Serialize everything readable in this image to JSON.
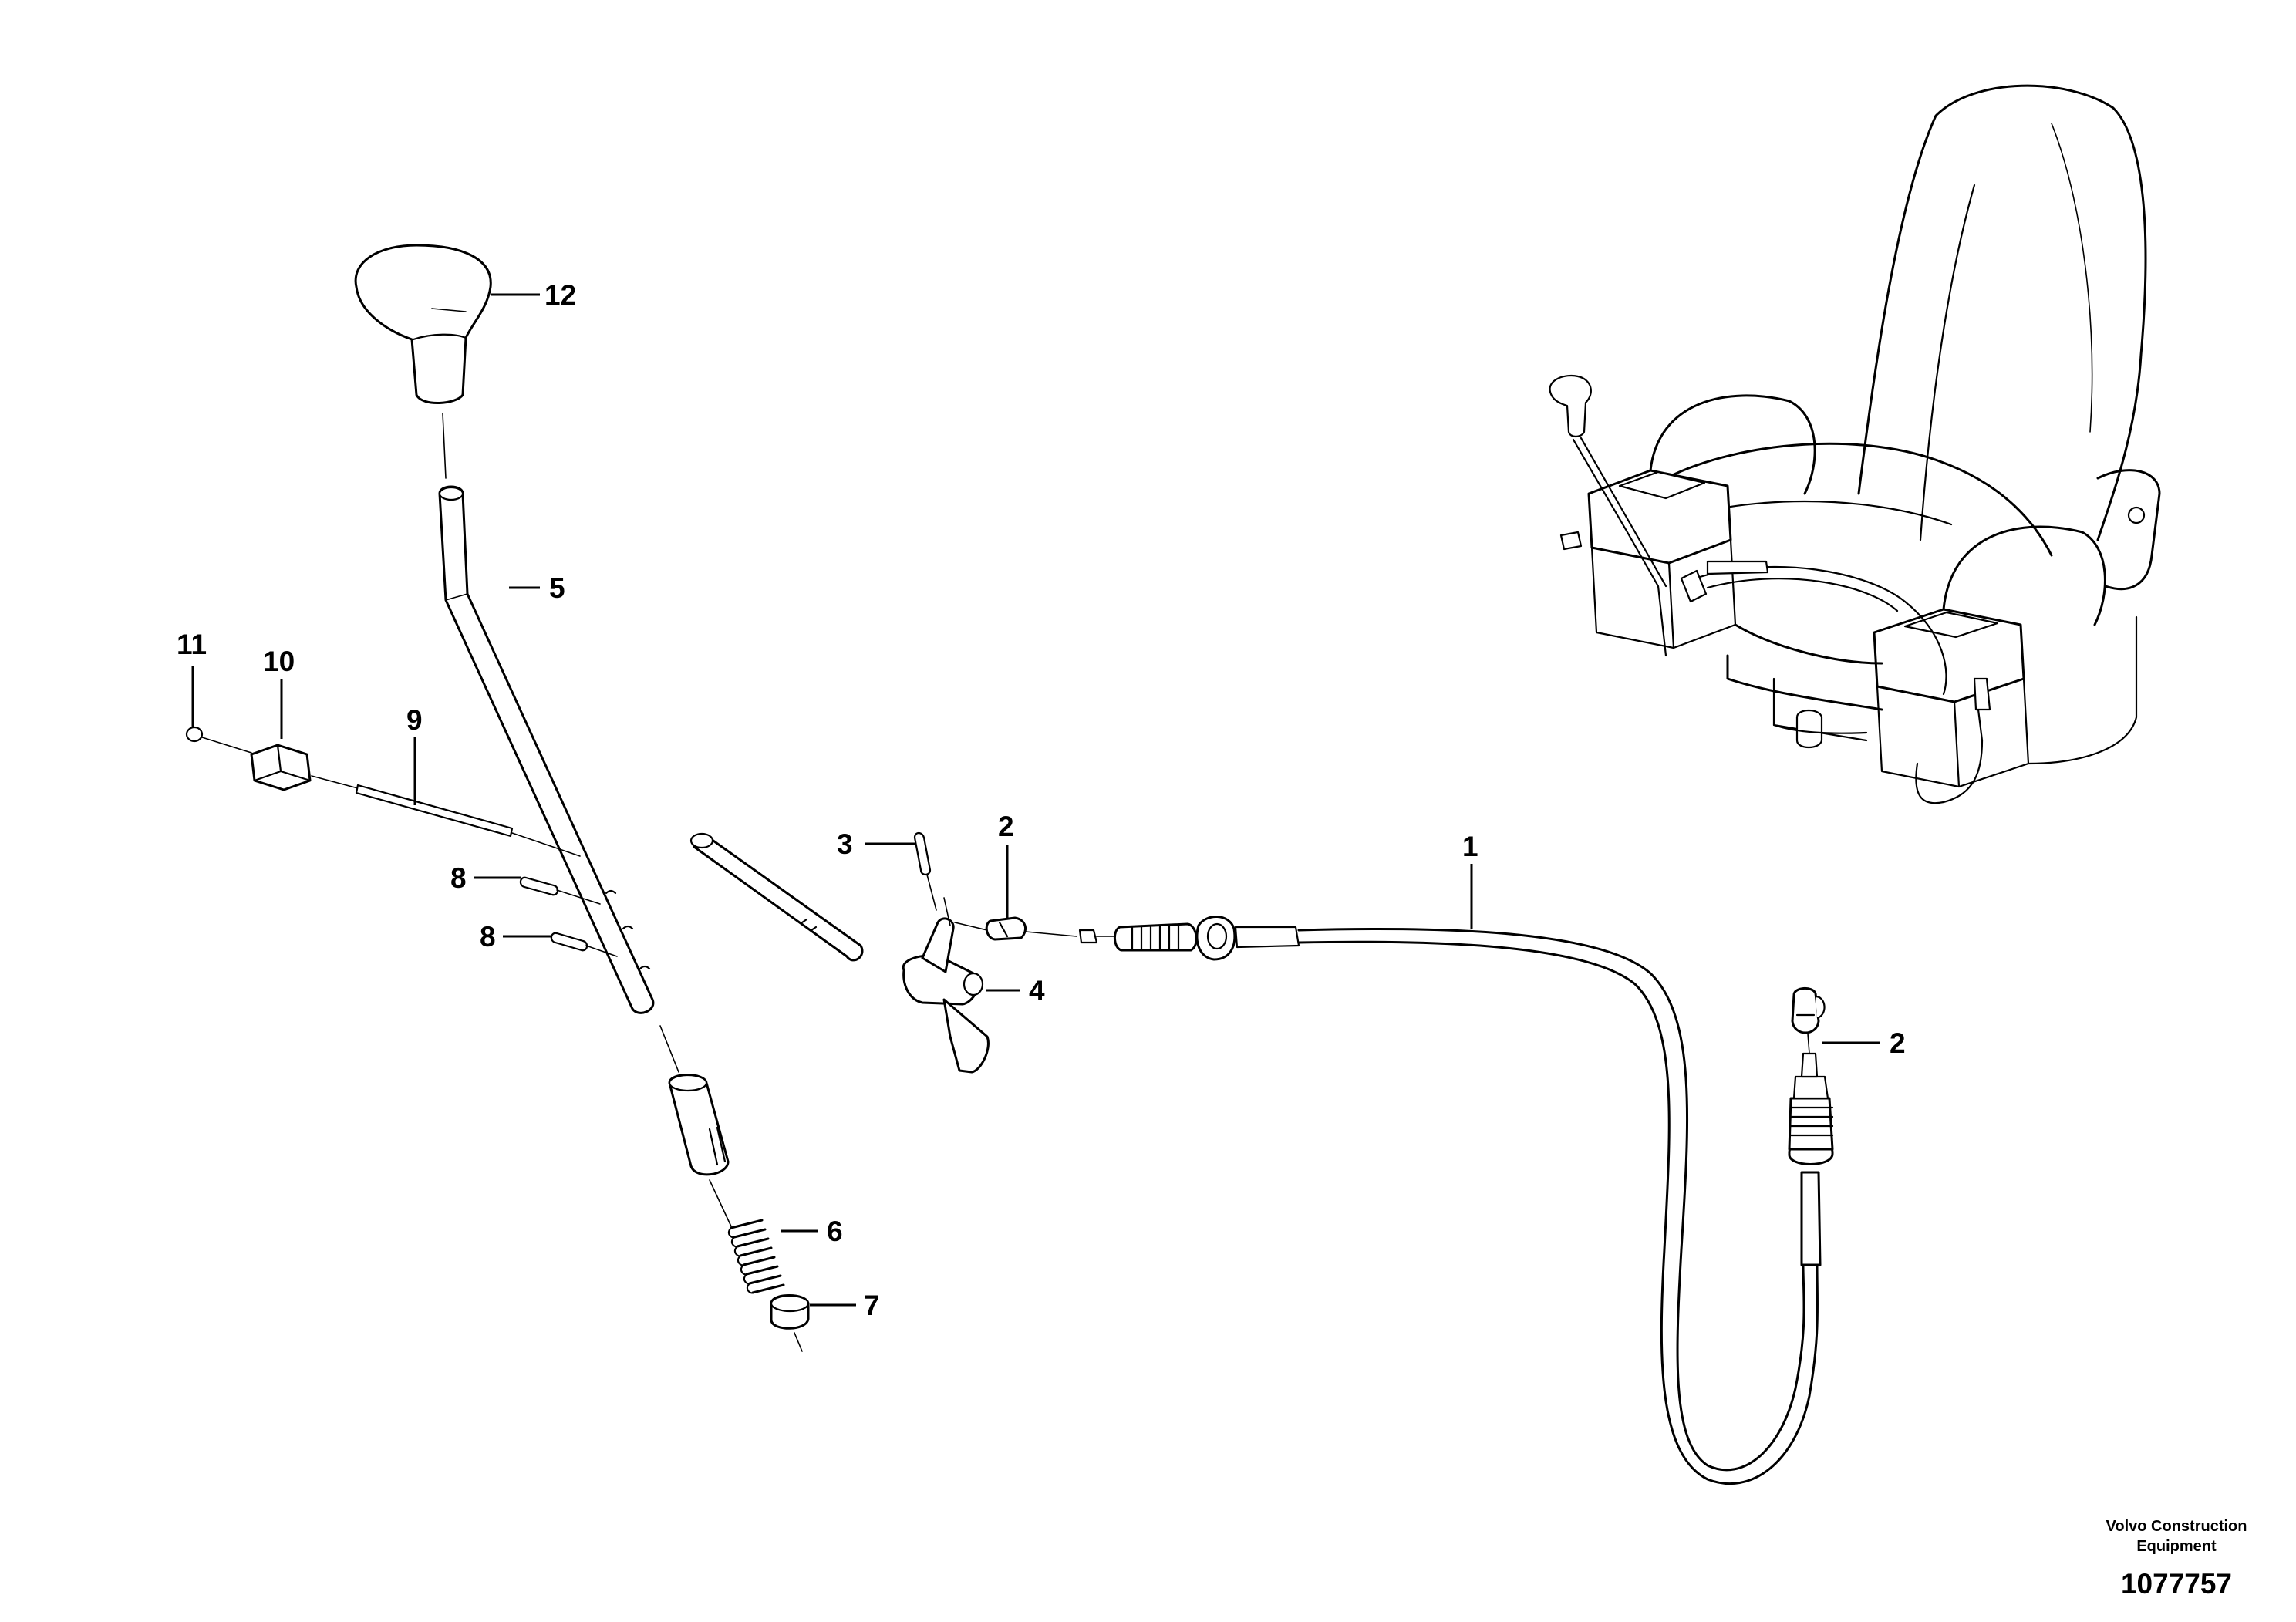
{
  "callouts": [
    {
      "id": "c12",
      "label": "12"
    },
    {
      "id": "c5",
      "label": "5"
    },
    {
      "id": "c11",
      "label": "11"
    },
    {
      "id": "c10",
      "label": "10"
    },
    {
      "id": "c9",
      "label": "9"
    },
    {
      "id": "c8a",
      "label": "8"
    },
    {
      "id": "c8b",
      "label": "8"
    },
    {
      "id": "c3",
      "label": "3"
    },
    {
      "id": "c2a",
      "label": "2"
    },
    {
      "id": "c4",
      "label": "4"
    },
    {
      "id": "c1",
      "label": "1"
    },
    {
      "id": "c2b",
      "label": "2"
    },
    {
      "id": "c6",
      "label": "6"
    },
    {
      "id": "c7",
      "label": "7"
    }
  ],
  "footer": {
    "company_line1": "Volvo Construction",
    "company_line2": "Equipment",
    "drawing_number": "1077757"
  }
}
